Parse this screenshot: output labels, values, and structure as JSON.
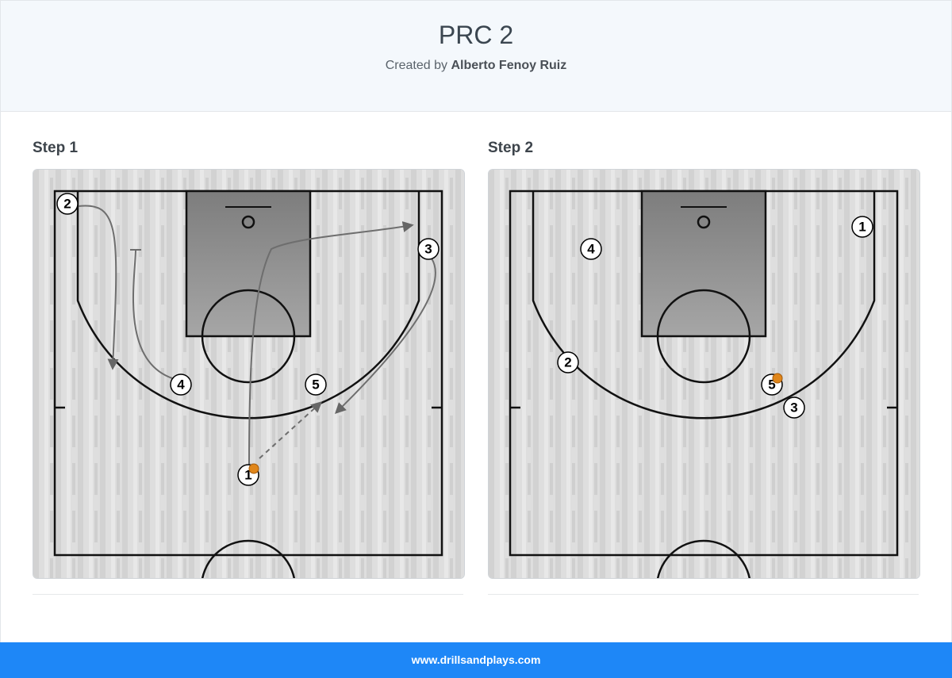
{
  "header": {
    "title": "PRC 2",
    "created_by_prefix": "Created by",
    "author": "Alberto Fenoy Ruiz"
  },
  "steps": [
    {
      "label": "Step 1",
      "players": [
        {
          "number": "2"
        },
        {
          "number": "3"
        },
        {
          "number": "4"
        },
        {
          "number": "5"
        },
        {
          "number": "1"
        }
      ]
    },
    {
      "label": "Step 2",
      "players": [
        {
          "number": "1"
        },
        {
          "number": "4"
        },
        {
          "number": "2"
        },
        {
          "number": "5"
        },
        {
          "number": "3"
        }
      ]
    }
  ],
  "footer": {
    "site": "www.drillsandplays.com"
  },
  "colors": {
    "footer_bg": "#1e87f7",
    "ball": "#e0861a",
    "paint": "#8a8a8a"
  }
}
